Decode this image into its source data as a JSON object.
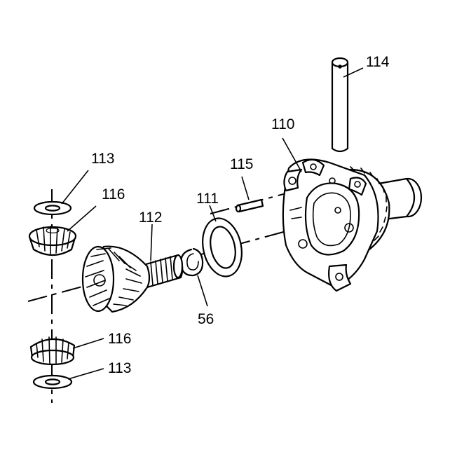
{
  "callouts": {
    "c110": "110",
    "c111": "111",
    "c112": "112",
    "c113_top": "113",
    "c113_bottom": "113",
    "c114": "114",
    "c115": "115",
    "c116_top": "116",
    "c116_bottom": "116",
    "c56": "56"
  }
}
